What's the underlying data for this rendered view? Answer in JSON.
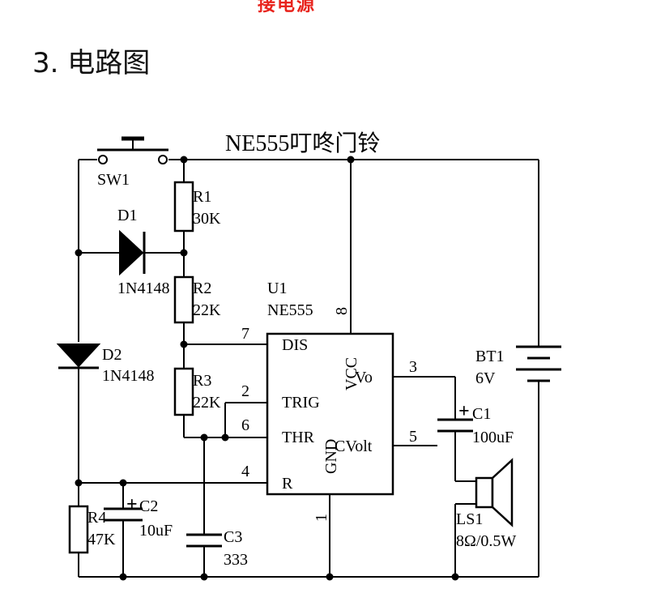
{
  "top_cut_text": "接电源",
  "heading": "3. 电路图",
  "schematic": {
    "title": "NE555叮咚门铃",
    "sw1": "SW1",
    "r1": {
      "ref": "R1",
      "value": "30K"
    },
    "r2": {
      "ref": "R2",
      "value": "22K"
    },
    "r3": {
      "ref": "R3",
      "value": "22K"
    },
    "r4": {
      "ref": "R4",
      "value": "47K"
    },
    "d1": {
      "ref": "D1",
      "value": "1N4148"
    },
    "d2": {
      "ref": "D2",
      "value": "1N4148"
    },
    "c1": {
      "ref": "C1",
      "value": "100uF"
    },
    "c2": {
      "ref": "C2",
      "value": "10uF"
    },
    "c3": {
      "ref": "C3",
      "value": "333"
    },
    "bt1": {
      "ref": "BT1",
      "value": "6V"
    },
    "ls1": {
      "ref": "LS1",
      "value": "8Ω/0.5W"
    },
    "u1": {
      "ref": "U1",
      "value": "NE555",
      "pins": {
        "dis": "DIS",
        "trig": "TRIG",
        "thr": "THR",
        "reset": "R",
        "vcc": "VCC",
        "vo": "Vo",
        "cvolt": "CVolt",
        "gnd": "GND"
      },
      "pin_numbers": {
        "p7": "7",
        "p2": "2",
        "p6": "6",
        "p4": "4",
        "p8": "8",
        "p3": "3",
        "p5": "5",
        "p1": "1"
      }
    },
    "polarity_mark": "+"
  }
}
